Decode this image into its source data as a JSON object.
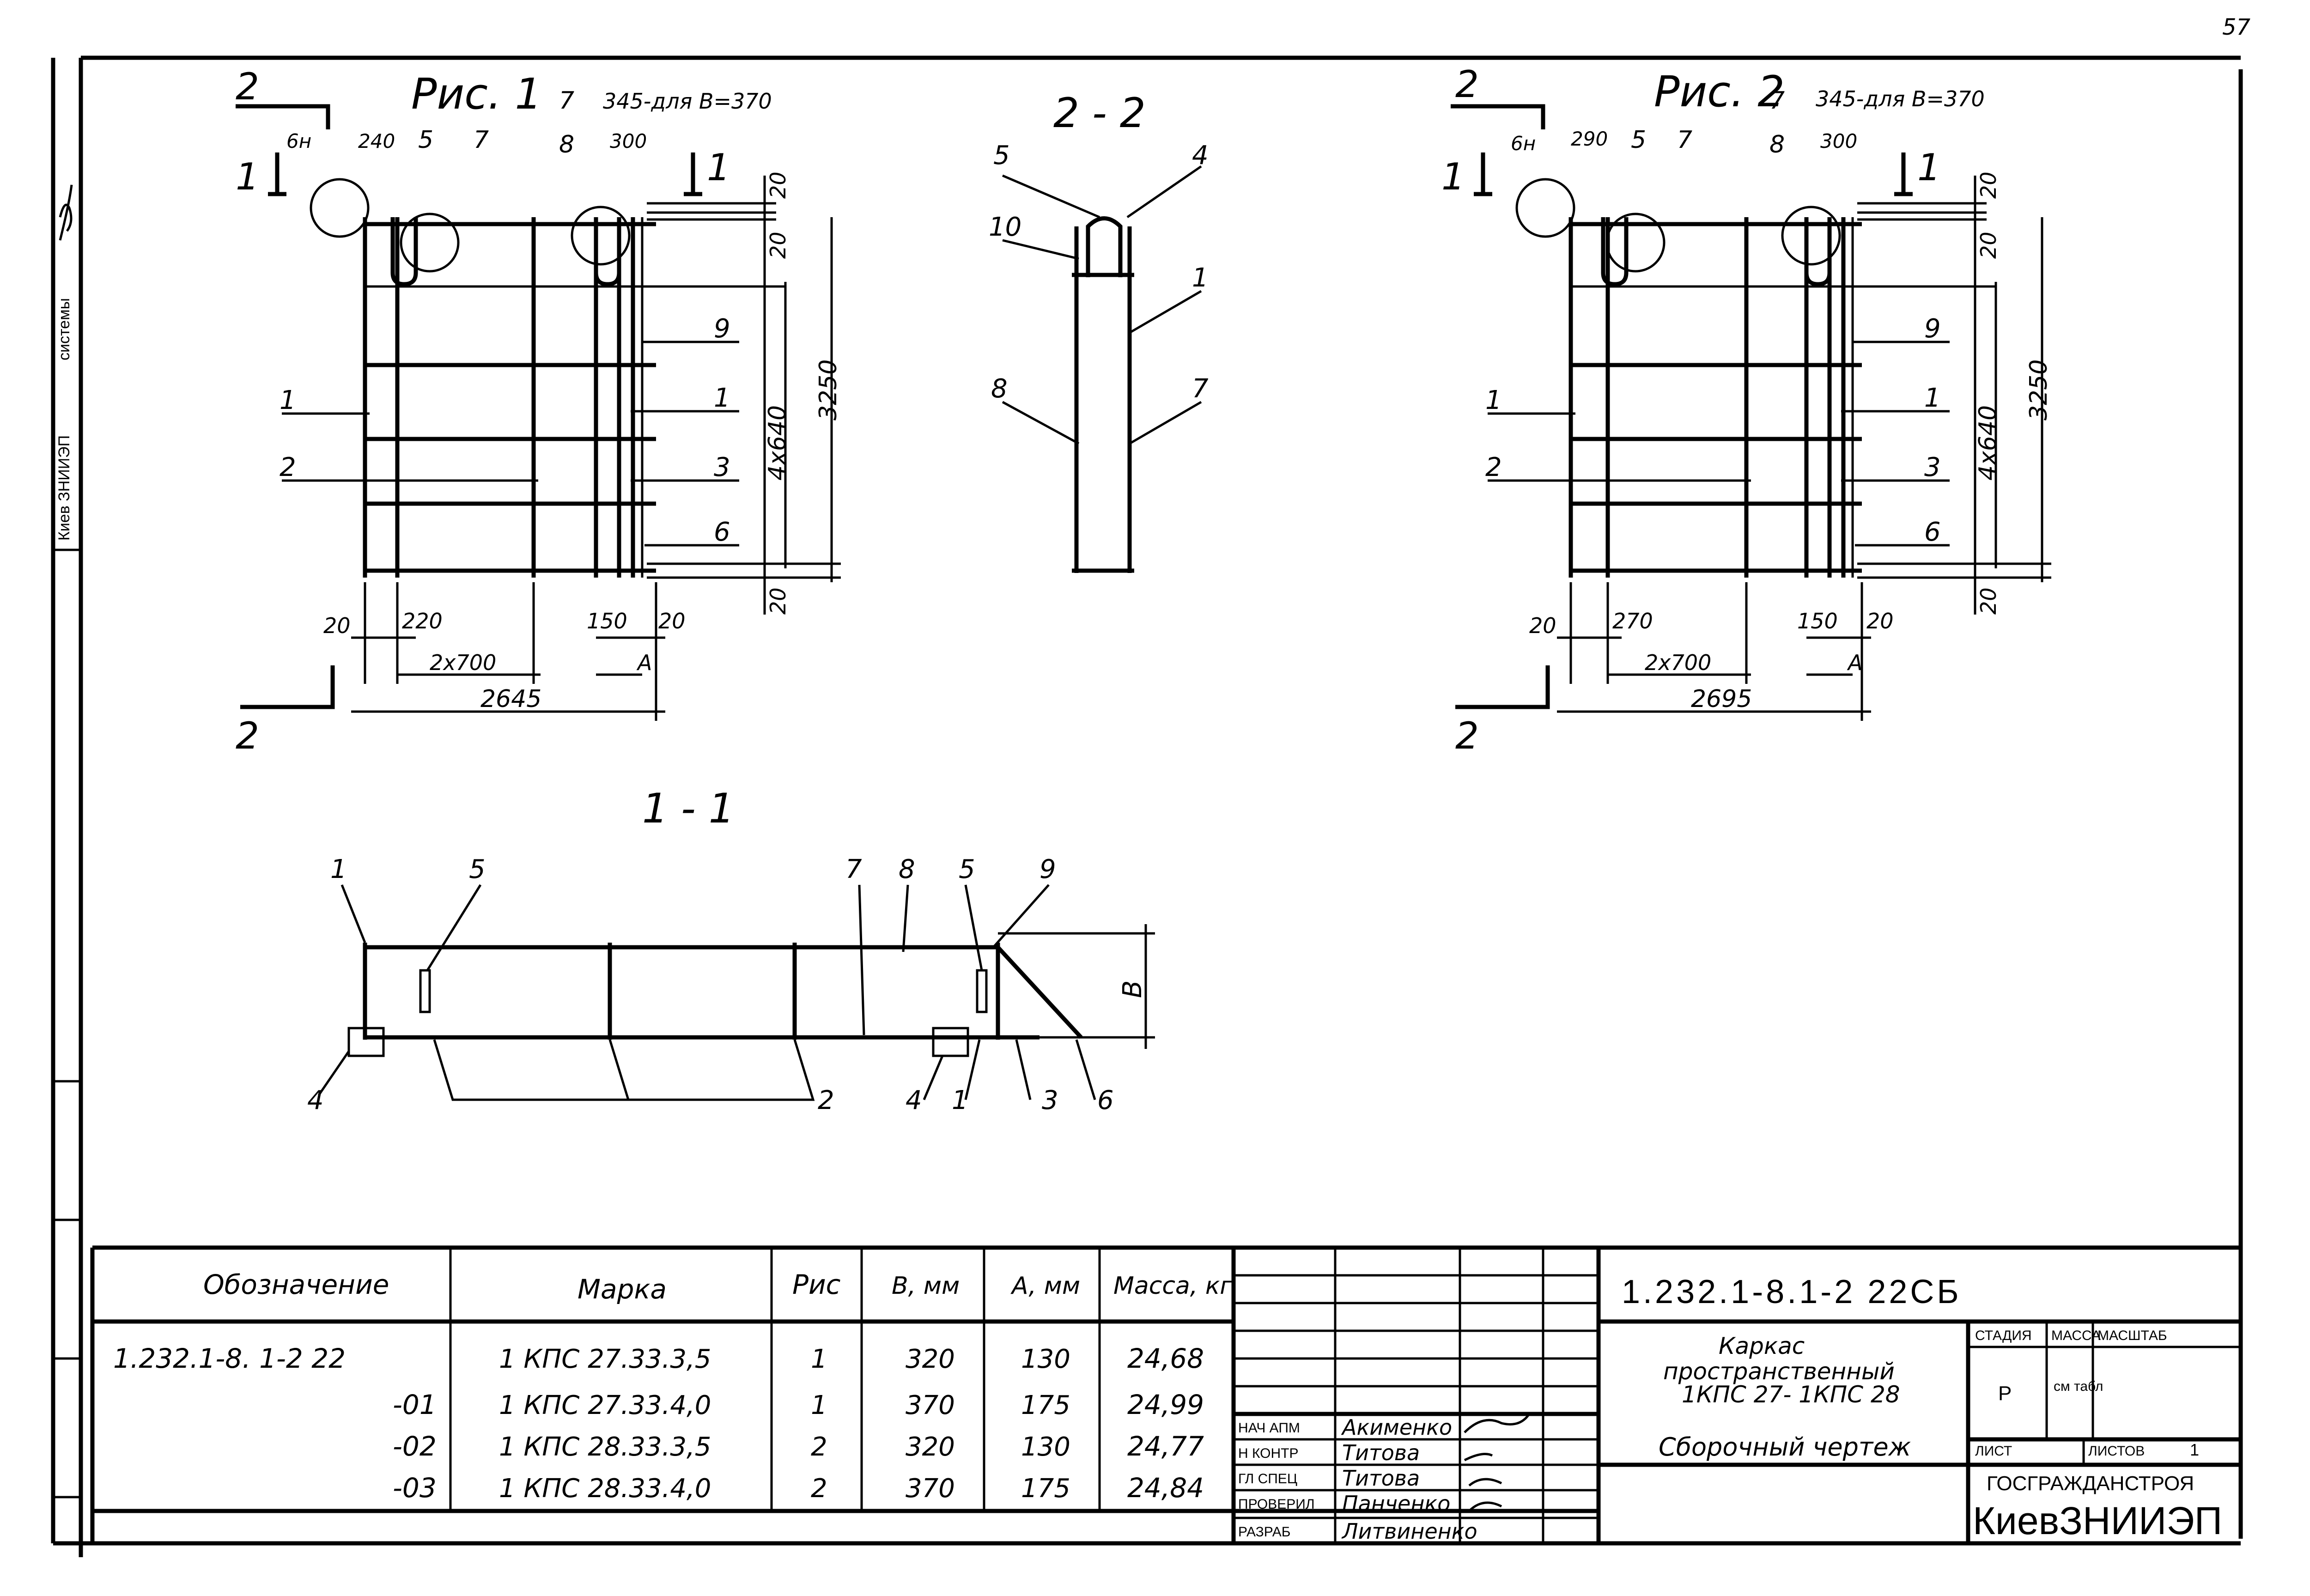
{
  "page_number": "57",
  "side_stamp": {
    "org": "Киев ЗНИИЭП",
    "series": "системы",
    "signature": "signature"
  },
  "fig1": {
    "title": "Рис. 1",
    "section_mark": "2",
    "section_mark_1": "1",
    "note_top": "345-для B=370",
    "dims_top": [
      "6н",
      "240",
      "5",
      "7",
      "7",
      "8",
      "300"
    ],
    "dims_right": [
      "20",
      "20",
      "3250",
      "4x640",
      "20"
    ],
    "dims_bottom": [
      "20",
      "220",
      "2x700",
      "150",
      "20",
      "A",
      "2645"
    ],
    "callouts_left": [
      "1",
      "2"
    ],
    "callouts_right": [
      "9",
      "1",
      "3",
      "6"
    ]
  },
  "fig2": {
    "title": "Рис. 2",
    "section_mark": "2",
    "section_mark_1": "1",
    "note_top": "345-для B=370",
    "dims_top": [
      "6н",
      "290",
      "5",
      "7",
      "7",
      "8",
      "300"
    ],
    "dims_right": [
      "20",
      "20",
      "3250",
      "4x640",
      "20"
    ],
    "dims_bottom": [
      "20",
      "270",
      "2x700",
      "150",
      "20",
      "A",
      "2695"
    ],
    "callouts_left": [
      "1",
      "2"
    ],
    "callouts_right": [
      "9",
      "1",
      "3",
      "6"
    ]
  },
  "section22": {
    "title": "2 - 2",
    "callouts": [
      "5",
      "4",
      "10",
      "1",
      "8",
      "7"
    ]
  },
  "section11": {
    "title": "1 - 1",
    "callouts_top": [
      "1",
      "5",
      "7",
      "8",
      "5",
      "9"
    ],
    "callouts_bottom": [
      "4",
      "2",
      "4",
      "1",
      "3",
      "6"
    ],
    "dim_b": "B"
  },
  "spec_table": {
    "headers": [
      "Обозначение",
      "Марка",
      "Рис",
      "B, мм",
      "A, мм",
      "Масса, кг"
    ],
    "rows": [
      [
        "1.232.1-8.   1-2 22",
        "1 КПС 27.33.3,5",
        "1",
        "320",
        "130",
        "24,68"
      ],
      [
        "-01",
        "1 КПС 27.33.4,0",
        "1",
        "370",
        "175",
        "24,99"
      ],
      [
        "-02",
        "1 КПС 28.33.3,5",
        "2",
        "320",
        "130",
        "24,77"
      ],
      [
        "-03",
        "1 КПС 28.33.4,0",
        "2",
        "370",
        "175",
        "24,84"
      ]
    ]
  },
  "title_block": {
    "doc_code": "1.232.1-8.1-2  22СБ",
    "name_lines": [
      "Каркас",
      "пространственный",
      "1КПС 27- 1КПС 28"
    ],
    "drawing_type": "Сборочный чертеж",
    "stage_label": "СТАДИЯ",
    "mass_label": "МАССА",
    "scale_label": "МАСШТАБ",
    "stage_value": "Р",
    "mass_value": "см табл",
    "sheet_label": "ЛИСТ",
    "sheets_label": "ЛИСТОВ",
    "sheets_value": "1",
    "org_top": "ГОСГРАЖДАНСТРОЯ",
    "org_main": "КиевЗНИИЭП",
    "roles": [
      {
        "role": "НАЧ АПМ",
        "name": "Акименко"
      },
      {
        "role": "Н КОНТР",
        "name": "Титова"
      },
      {
        "role": "ГЛ СПЕЦ",
        "name": "Титова"
      },
      {
        "role": "ПРОВЕРИЛ",
        "name": "Панченко"
      },
      {
        "role": "РАЗРАБ",
        "name": "Литвиненко"
      }
    ]
  }
}
